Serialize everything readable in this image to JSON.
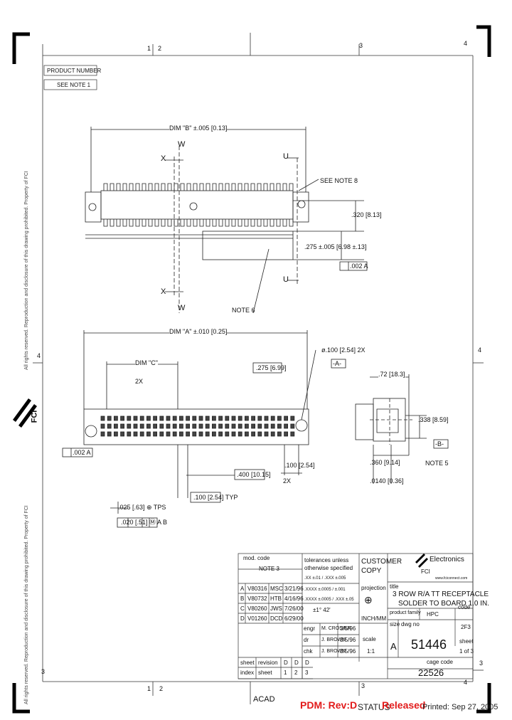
{
  "zone_marks": {
    "top": [
      "1",
      "2",
      "3",
      "4"
    ],
    "left": [
      "4",
      "3"
    ],
    "right": [
      "4",
      "3"
    ]
  },
  "product": {
    "label": "PRODUCT NUMBER",
    "value": "SEE NOTE 1"
  },
  "top_view": {
    "dim_b": "DIM \"B\" ±.005 [0.13]",
    "section_w": "W",
    "section_x": "X",
    "section_u": "U",
    "see_note_8": "SEE NOTE 8",
    "dim_320": ".320 [8.13]",
    "dim_275": ".275 ±.005 [6.98 ±.13]",
    "flatness": ".002 A",
    "note_6": "NOTE 6"
  },
  "front_view": {
    "dim_a": "DIM \"A\" ±.010 [0.25]",
    "dim_c": "DIM \"C\"",
    "two_x": "2X",
    "dim_275b": ".275 [6.99]",
    "datum_a": "-A-",
    "hole": "ø.100 [2.54] 2X",
    "flatness2": ".002 A",
    "dim_400": ".400 [10.15]",
    "dim_100": ".100 [2.54]",
    "two_x2": "2X",
    "dim_100typ": ".100 [2.54] TYP",
    "dim_025": ".025 [.63] ⊕ TPS",
    "tol_frame": ".020 [.51] Ⓜ A B"
  },
  "side_view": {
    "dim_72": ".72 [18.3]",
    "dim_338": ".338 [8.59]",
    "datum_b": "-B-",
    "dim_360": ".360 [9.14]",
    "note_5": "NOTE 5",
    "dim_0140": ".0140 [0.36]"
  },
  "title_block": {
    "mod_code": "mod. code",
    "note_3": "NOTE 3",
    "revisions": [
      {
        "rev": "A",
        "ecn": "V80316",
        "by": "MSC",
        "date": "3/21/96"
      },
      {
        "rev": "B",
        "ecn": "V80732",
        "by": "HTB",
        "date": "4/16/96"
      },
      {
        "rev": "C",
        "ecn": "V80260",
        "by": "JWS",
        "date": "7/26/00"
      },
      {
        "rev": "D",
        "ecn": "V01260",
        "by": "DCD",
        "date": "6/29/00"
      }
    ],
    "tolerance_header": "tolerances unless otherwise specified",
    "tol_lines": [
      ".XX ±.01 / .XXX ±.005",
      ".XXXX ±.0005 / ±.001",
      ".XXXX ±.0005 / .XXX ±.05",
      "±1° 42'"
    ],
    "projection": "projection",
    "units": "INCH/MM",
    "scale_label": "scale",
    "scale": "1:1",
    "sign_rows": [
      {
        "role": "engr",
        "name": "M. CROSIER",
        "date": "3/5/96"
      },
      {
        "role": "dr",
        "name": "J. BROWN",
        "date": "3/5/96"
      },
      {
        "role": "chk",
        "name": "J. BROWN",
        "date": "3/5/96"
      }
    ],
    "customer_copy": "CUSTOMER COPY",
    "company": "Electronics",
    "company_sub": "FCI",
    "website": "www.fciconnect.com",
    "title_label": "title",
    "title_line1": "3 ROW R/A TT RECEPTACLE",
    "title_line2": "SOLDER TO BOARD 1.0 IN.",
    "product_family_label": "product family",
    "product_family": "HPC",
    "code_label": "code",
    "code_value": "2F3",
    "size_label": "size",
    "dwg_label": "dwg no",
    "size": "A",
    "dwg_no": "51446",
    "sheet_label": "sheet",
    "sheet_value": "1 of 3",
    "sheet_revision": [
      "sheet",
      "revision",
      "D",
      "D",
      "D"
    ],
    "rev_row": [
      "index",
      "sheet",
      "1",
      "2",
      "3"
    ],
    "cage_label": "cage code",
    "cage": "22526"
  },
  "cad_tag": "ACAD",
  "pdm": "PDM: Rev:D",
  "status_label": "STATUS",
  "status_value": "Released",
  "printed": "Printed: Sep 27, 2005",
  "logo_text": "FCI",
  "margin_text": "All rights reserved. Reproduction and disclosure of this drawing prohibited. Property of FCI",
  "colors": {
    "red": "#e21b1b",
    "ink": "#111111"
  }
}
